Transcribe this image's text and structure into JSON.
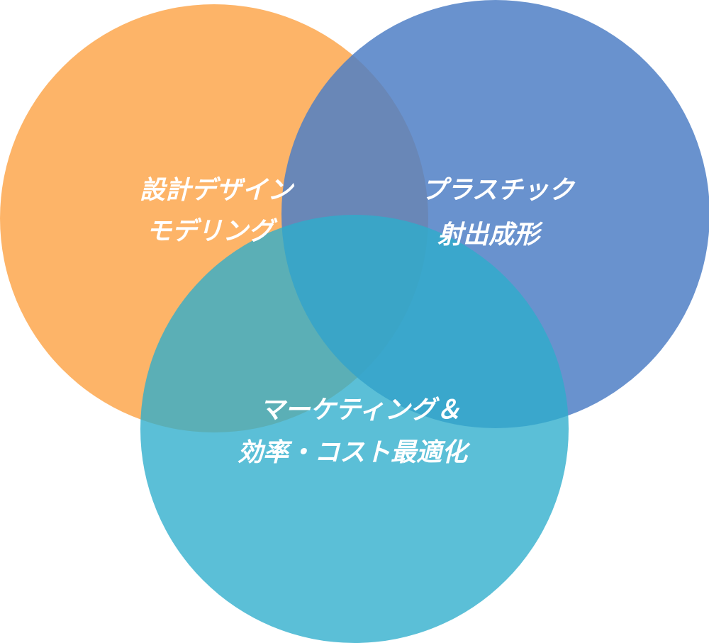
{
  "diagram": {
    "circles": [
      {
        "id": "design",
        "color": "#FDAE5B",
        "opacity": 0.92,
        "lines": [
          "設計デザイン",
          "モデリング"
        ]
      },
      {
        "id": "plastic",
        "color": "#4F7FC5",
        "opacity": 0.85,
        "lines": [
          "プラスチック",
          "射出成形"
        ]
      },
      {
        "id": "marketing",
        "color": "#2DADCC",
        "opacity": 0.78,
        "lines": [
          "マーケティング＆",
          "効率・コスト最適化"
        ]
      }
    ]
  }
}
